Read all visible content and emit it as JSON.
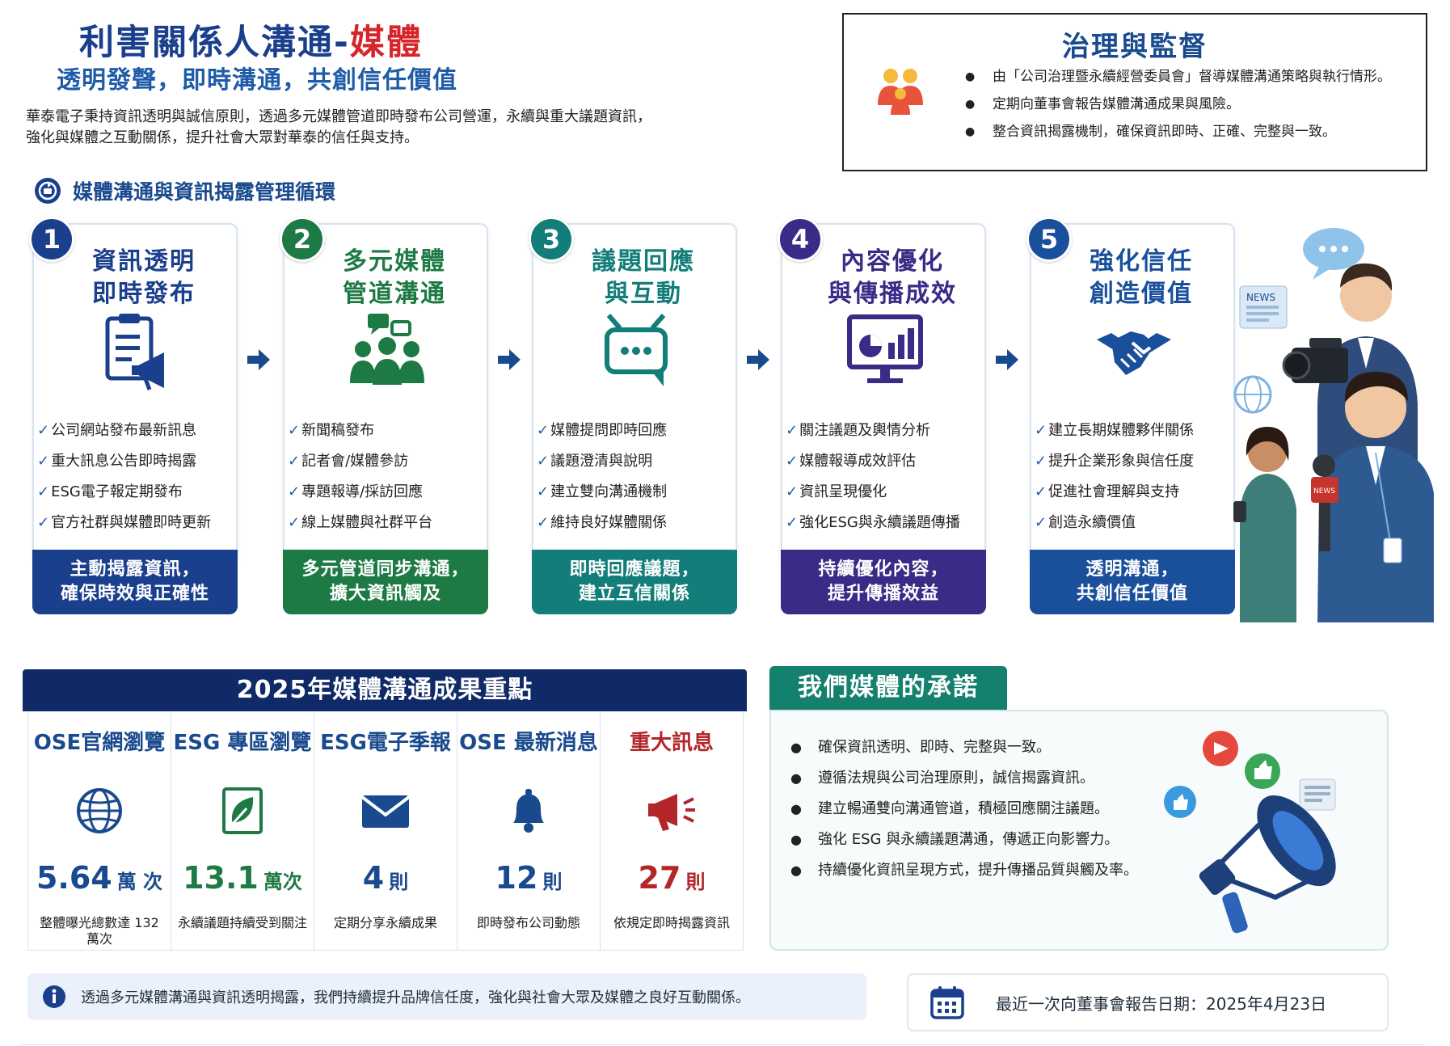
{
  "header": {
    "title_main": "利害關係人溝通-",
    "title_accent": "媒體",
    "subtitle": "透明發聲，即時溝通，共創信任價值",
    "intro_line1": "華泰電子秉持資訊透明與誠信原則，透過多元媒體管道即時發布公司營運，永續與重大議題資訊，",
    "intro_line2": "強化與媒體之互動關係，提升社會大眾對華泰的信任與支持。"
  },
  "governance": {
    "title": "治理與監督",
    "items": [
      "由「公司治理暨永續經營委員會」督導媒體溝通策略與執行情形。",
      "定期向董事會報告媒體溝通成果與風險。",
      "整合資訊揭露機制，確保資訊即時、正確、完整與一致。"
    ]
  },
  "cycle": {
    "heading": "媒體溝通與資訊揭露管理循環",
    "cards": [
      {
        "num": "1",
        "title1": "資訊透明",
        "title2": "即時發布",
        "items": [
          "公司網站發布最新訊息",
          "重大訊息公告即時揭露",
          "ESG電子報定期發布",
          "官方社群與媒體即時更新"
        ],
        "foot1": "主動揭露資訊，",
        "foot2": "確保時效與正確性",
        "color": "#1a3f8c",
        "icon": "clipboard-megaphone-icon"
      },
      {
        "num": "2",
        "title1": "多元媒體",
        "title2": "管道溝通",
        "items": [
          "新聞稿發布",
          "記者會/媒體參訪",
          "專題報導/採訪回應",
          "線上媒體與社群平台"
        ],
        "foot1": "多元管道同步溝通，",
        "foot2": "擴大資訊觸及",
        "color": "#1e7a45",
        "icon": "people-chat-icon"
      },
      {
        "num": "3",
        "title1": "議題回應",
        "title2": "與互動",
        "items": [
          "媒體提問即時回應",
          "議題澄清與說明",
          "建立雙向溝通機制",
          "維持良好媒體關係"
        ],
        "foot1": "即時回應議題，",
        "foot2": "建立互信關係",
        "color": "#137d7a",
        "icon": "chat-arrows-icon"
      },
      {
        "num": "4",
        "title1": "內容優化",
        "title2": "與傳播成效",
        "items": [
          "關注議題及輿情分析",
          "媒體報導成效評估",
          "資訊呈現優化",
          "強化ESG與永續議題傳播"
        ],
        "foot1": "持續優化內容，",
        "foot2": "提升傳播效益",
        "color": "#3b2a86",
        "icon": "monitor-chart-icon"
      },
      {
        "num": "5",
        "title1": "強化信任",
        "title2": "創造價值",
        "items": [
          "建立長期媒體夥伴關係",
          "提升企業形象與信任度",
          "促進社會理解與支持",
          "創造永續價值"
        ],
        "foot1": "透明溝通，",
        "foot2": "共創信任價值",
        "color": "#1a4f9c",
        "icon": "handshake-icon"
      }
    ]
  },
  "results": {
    "heading": "2025年媒體溝通成果重點",
    "cells": [
      {
        "label": "OSE官網瀏覽",
        "value": "5.64",
        "unit": "萬 次",
        "desc": "整體曝光總數達 132 萬次",
        "color": "#1a4a8e",
        "icon": "globe-icon"
      },
      {
        "label": "ESG 專區瀏覽",
        "value": "13.1",
        "unit": "萬次",
        "desc": "永續議題持續受到關注",
        "color": "#1e7a45",
        "icon": "leaf-frame-icon"
      },
      {
        "label": "ESG電子季報",
        "value": "4",
        "unit": "則",
        "desc": "定期分享永續成果",
        "color": "#1a4a8e",
        "icon": "envelope-icon"
      },
      {
        "label": "OSE 最新消息",
        "value": "12",
        "unit": "則",
        "desc": "即時發布公司動態",
        "color": "#1a4a8e",
        "icon": "bell-icon"
      },
      {
        "label": "重大訊息",
        "value": "27",
        "unit": "則",
        "desc": "依規定即時揭露資訊",
        "color": "#b3262a",
        "icon": "megaphone-icon"
      }
    ]
  },
  "commitment": {
    "heading": "我們媒體的承諾",
    "items": [
      "確保資訊透明、即時、完整與一致。",
      "遵循法規與公司治理原則，誠信揭露資訊。",
      "建立暢通雙向溝通管道，積極回應關注議題。",
      "強化 ESG 與永續議題溝通，傳遞正向影響力。",
      "持續優化資訊呈現方式，提升傳播品質與觸及率。"
    ]
  },
  "footer": {
    "note": "透過多元媒體溝通與資訊透明揭露，我們持續提升品牌信任度，強化與社會大眾及媒體之良好互動關係。",
    "report_date": "最近一次向董事會報告日期：2025年4月23日"
  },
  "press_illustration": {
    "camera_tag": "NEWS",
    "mic_tag": "NEWS"
  }
}
